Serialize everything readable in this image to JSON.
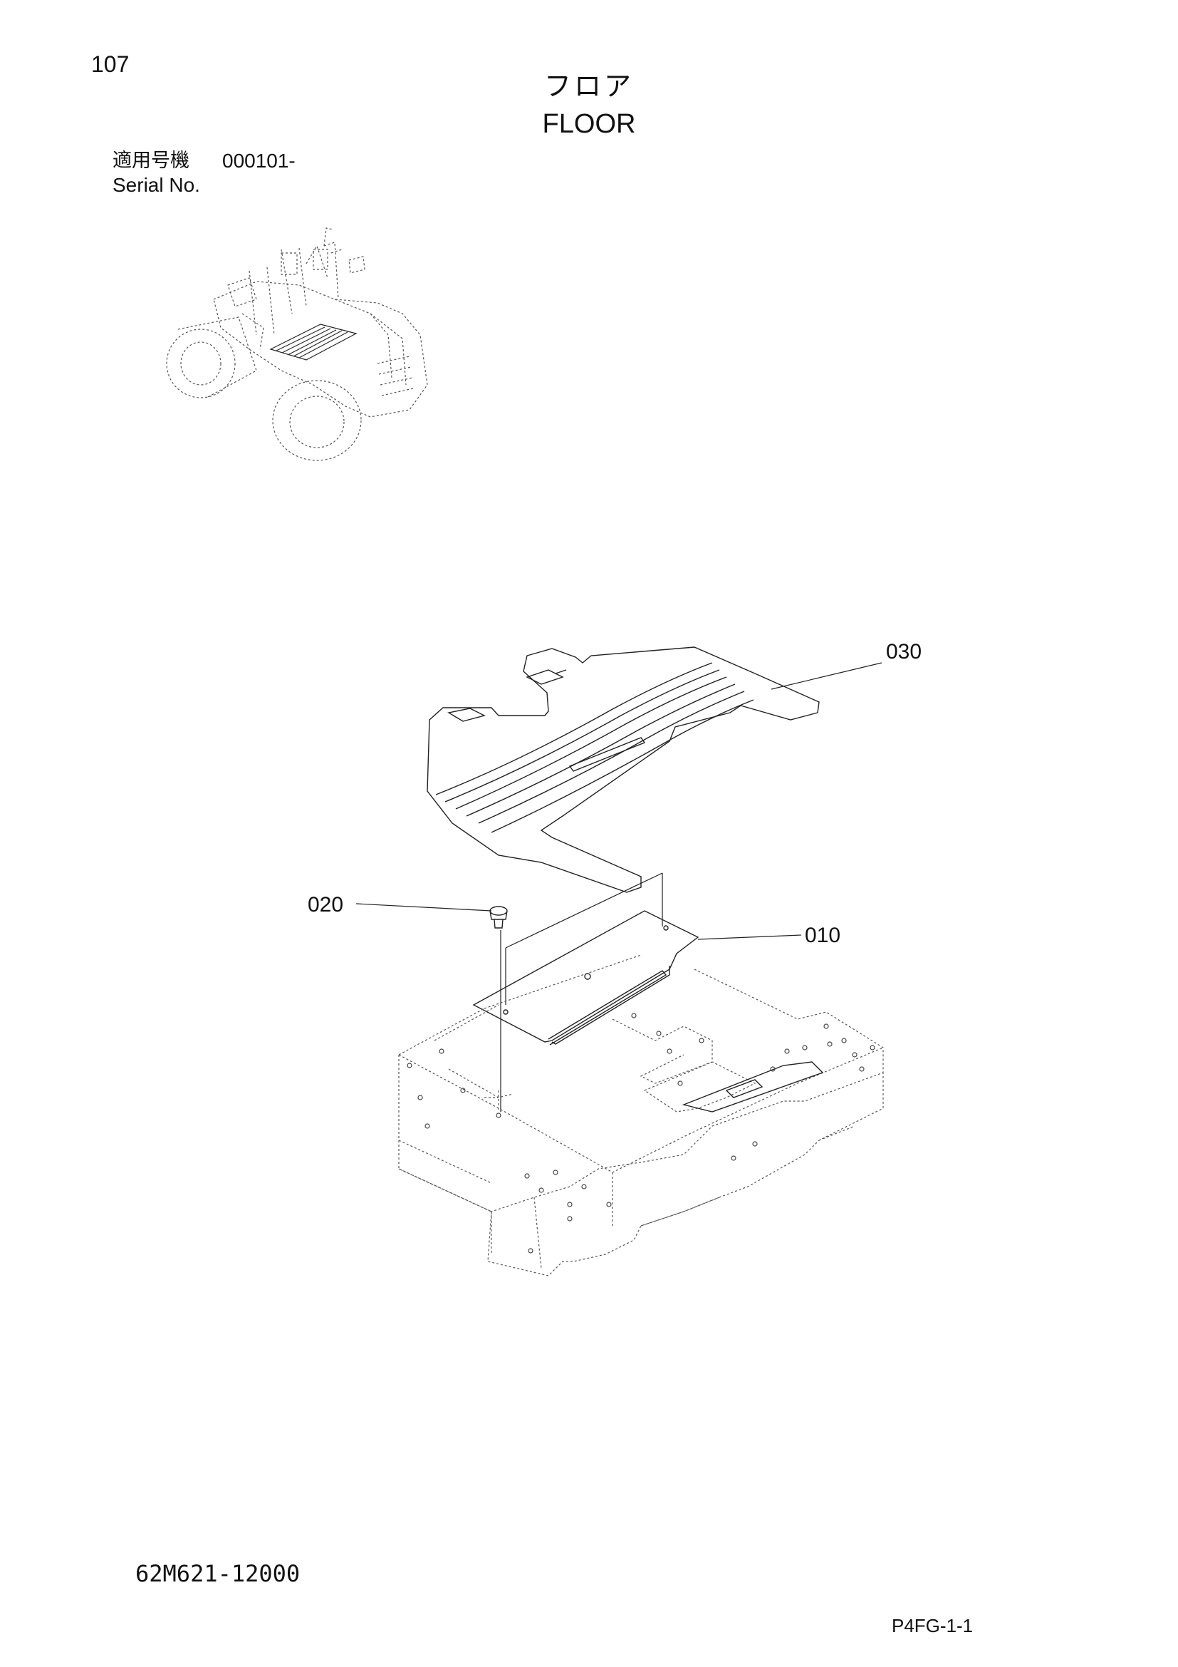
{
  "header": {
    "page_number": "107",
    "title_jp": "フロア",
    "title_en": "FLOOR",
    "serial_label_jp": "適用号機",
    "serial_value": "000101-",
    "serial_label_en": "Serial No."
  },
  "callouts": {
    "part_030": "030",
    "part_020": "020",
    "part_010": "010"
  },
  "footer": {
    "doc_code": "62M621-12000",
    "page_code": "P4FG-1-1"
  }
}
